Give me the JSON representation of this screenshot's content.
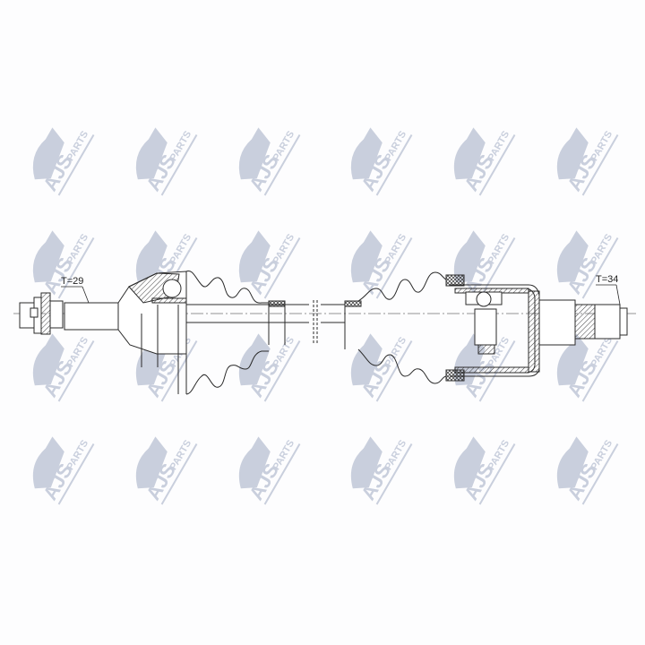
{
  "diagram": {
    "type": "technical-drawing",
    "subject": "CV drive shaft (half shaft) cross-section",
    "labels": {
      "left_spline": "T=29",
      "right_spline": "T=34"
    }
  },
  "watermark": {
    "brand_main": "AJS",
    "brand_sub": "PARTS",
    "color": "#c9cfdd",
    "columns_x": [
      65,
      180,
      295,
      420,
      535,
      650
    ],
    "rows_y": [
      175,
      290,
      405,
      520
    ]
  },
  "colors": {
    "line": "#2a2a2a",
    "hatch": "#444444",
    "background": "#fdfdfe"
  }
}
